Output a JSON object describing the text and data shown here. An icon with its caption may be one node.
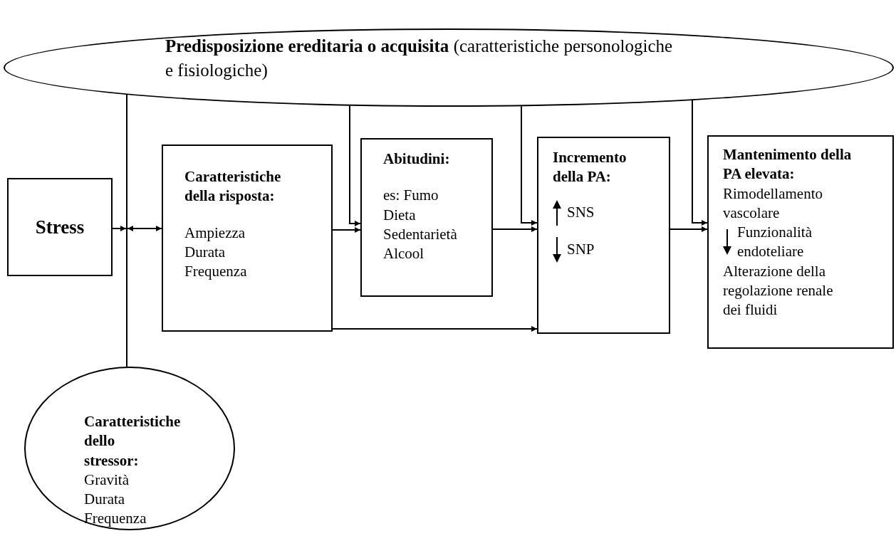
{
  "diagram": {
    "nodes": [
      {
        "text": [
          "**Predisposizione ereditaria o acquisita** (caratteristiche personologiche e fisiologiche)"
        ]
      },
      {
        "text": [
          "Stress"
        ]
      },
      {
        "text": [
          "Caratteristiche della risposta:",
          "Ampiezza",
          "Durata",
          "Frequenza"
        ]
      },
      {
        "text": [
          "Abitudini:",
          "es: Fumo",
          "Dieta",
          "Sedentarietà",
          "Alcool"
        ]
      },
      {
        "text": [
          "Incremento della PA:",
          "SNS",
          "SNP"
        ]
      },
      {
        "text": [
          "Mantenimento della PA elevata:",
          "Rimodellamento vascolare",
          "Funzionalità endoteliare",
          "Alterazione della regolazione renale dei fluidi"
        ]
      },
      {
        "text": [
          "Caratteristiche dello stressor:",
          "Gravità",
          "Durata",
          "Frequenza"
        ]
      },
      {
        "text": [],
        "shape": "bar"
      }
    ],
    "edges": [
      {
        "from": 1,
        "to": 7,
        "arrow": "to"
      },
      {
        "from": 7,
        "to": 2,
        "arrow": "both"
      },
      {
        "from": 2,
        "to": 3,
        "arrow": "to"
      },
      {
        "from": 0,
        "to": 3,
        "arrow": "to"
      },
      {
        "from": 3,
        "to": 4,
        "arrow": "to"
      },
      {
        "from": 0,
        "to": 4,
        "arrow": "to"
      },
      {
        "from": 4,
        "to": 5,
        "arrow": "to"
      },
      {
        "from": 0,
        "to": 5,
        "arrow": "to"
      },
      {
        "from": 2,
        "to": 4,
        "arrow": "to"
      }
    ]
  }
}
